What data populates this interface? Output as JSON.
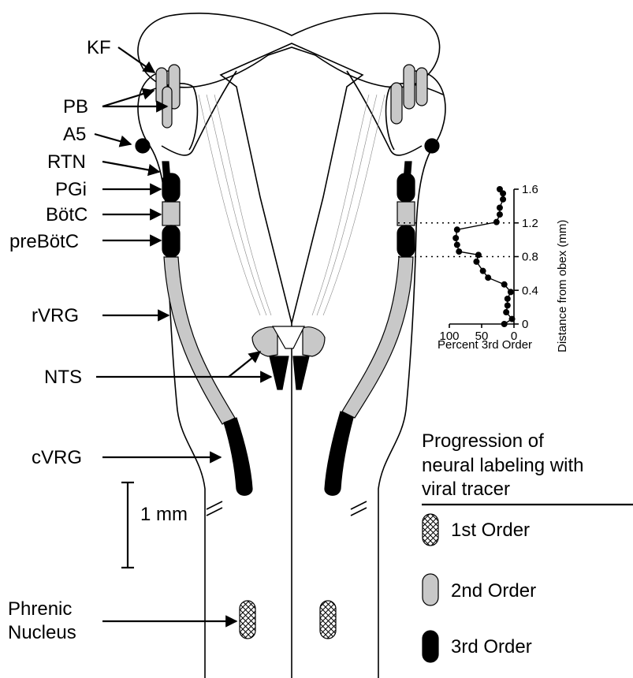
{
  "labels": {
    "kf": "KF",
    "pb": "PB",
    "a5": "A5",
    "rtn": "RTN",
    "pgi": "PGi",
    "botc": "BötC",
    "prebotc": "preBötC",
    "rvrg": "rVRG",
    "nts": "NTS",
    "cvrg": "cVRG",
    "scale": "1 mm",
    "phrenic_line1": "Phrenic",
    "phrenic_line2": "Nucleus"
  },
  "legend": {
    "title_lines": [
      "Progression of",
      "neural labeling with",
      "viral tracer"
    ],
    "items": [
      {
        "label": "1st Order",
        "pattern": "crosshatch"
      },
      {
        "label": "2nd Order",
        "pattern": "gray"
      },
      {
        "label": "3rd Order",
        "pattern": "black"
      }
    ]
  },
  "colors": {
    "second_order": "#c8c8c8",
    "third_order": "#000000",
    "outline": "#000000"
  },
  "chart_data": {
    "type": "line",
    "xlabel": "Percent 3rd Order",
    "ylabel": "Distance from obex (mm)",
    "xlim": [
      100,
      0
    ],
    "ylim": [
      0,
      1.6
    ],
    "xticks": [
      "100",
      "50",
      "0"
    ],
    "yticks": [
      "0",
      "0.4",
      "0.8",
      "1.2",
      "1.6"
    ],
    "reference_lines_y": [
      0.8,
      1.2
    ],
    "points": [
      {
        "x": 22,
        "y": 1.6
      },
      {
        "x": 17,
        "y": 1.55
      },
      {
        "x": 17,
        "y": 1.48
      },
      {
        "x": 22,
        "y": 1.38
      },
      {
        "x": 22,
        "y": 1.3
      },
      {
        "x": 27,
        "y": 1.21
      },
      {
        "x": 88,
        "y": 1.12
      },
      {
        "x": 90,
        "y": 1.02
      },
      {
        "x": 88,
        "y": 0.94
      },
      {
        "x": 85,
        "y": 0.86
      },
      {
        "x": 55,
        "y": 0.82
      },
      {
        "x": 58,
        "y": 0.74
      },
      {
        "x": 48,
        "y": 0.63
      },
      {
        "x": 40,
        "y": 0.55
      },
      {
        "x": 15,
        "y": 0.47
      },
      {
        "x": 5,
        "y": 0.38
      },
      {
        "x": 10,
        "y": 0.3
      },
      {
        "x": 10,
        "y": 0.22
      },
      {
        "x": 12,
        "y": 0.14
      },
      {
        "x": 3,
        "y": 0.06
      },
      {
        "x": 15,
        "y": 0.0
      }
    ]
  }
}
